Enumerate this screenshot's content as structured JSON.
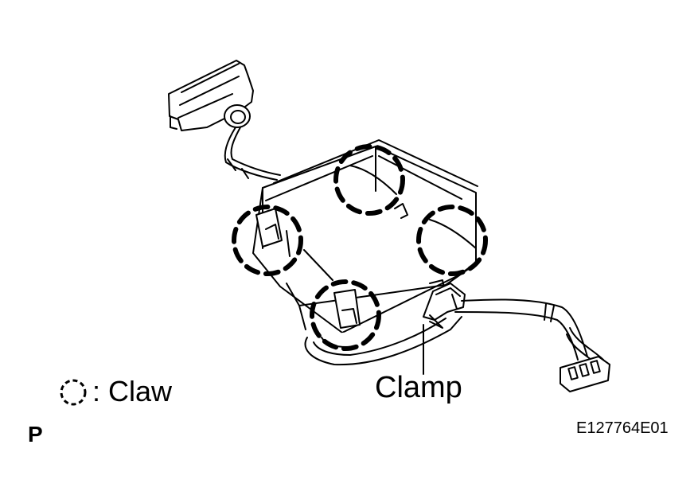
{
  "labels": {
    "clamp": "Clamp",
    "claw_legend": ": Claw",
    "view_letter": "P",
    "figure_code": "E127764E01"
  },
  "icons": {
    "claw_marker": "dashed-circle-icon"
  },
  "colors": {
    "line": "#000000",
    "background": "#ffffff"
  }
}
